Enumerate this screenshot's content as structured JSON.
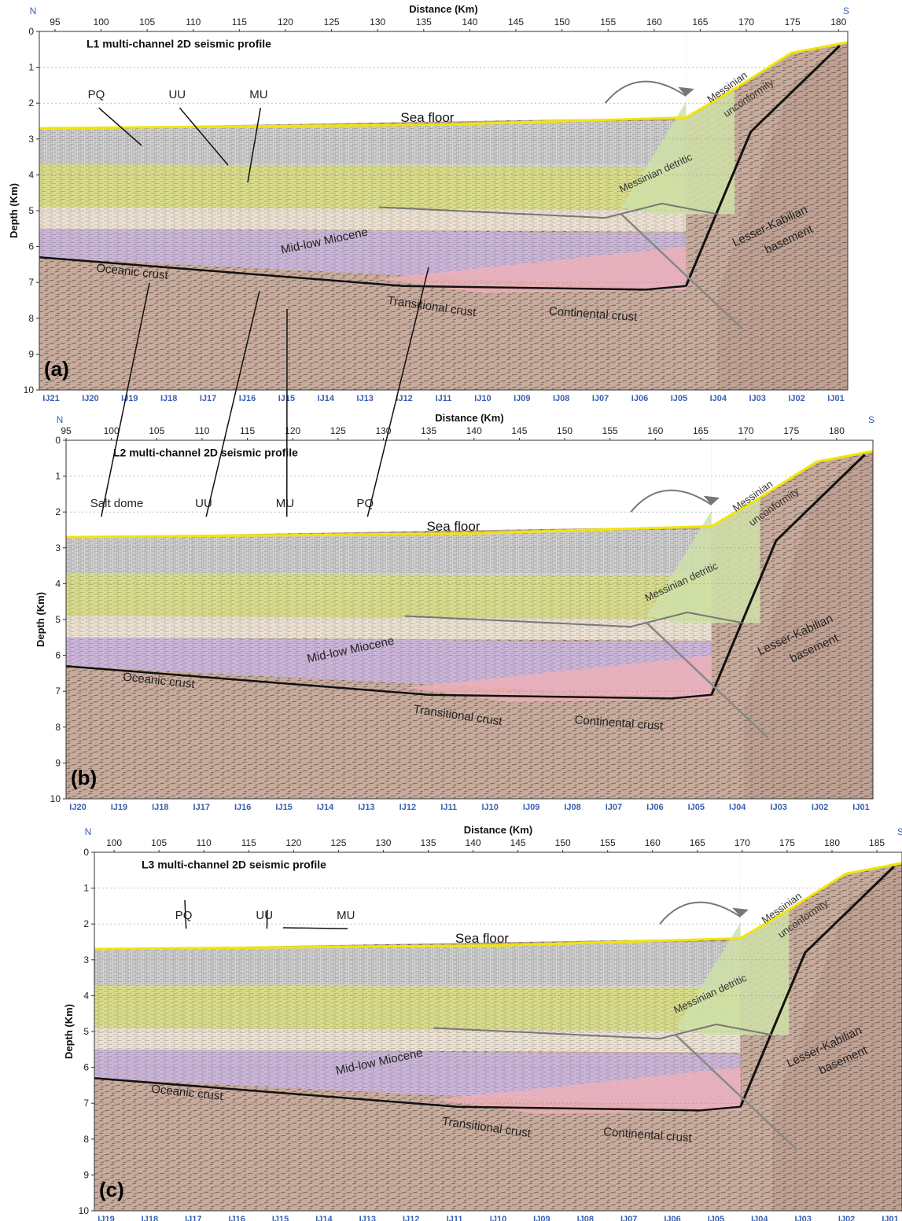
{
  "figure": {
    "y_axis_label": "Depth (Km)",
    "x_axis_label": "Distance (Km)",
    "depth_ticks": [
      "0",
      "1",
      "2",
      "3",
      "4",
      "5",
      "6",
      "7",
      "8",
      "9",
      "10"
    ],
    "north": "N",
    "south": "S"
  },
  "panels": [
    {
      "id": "a",
      "letter": "(a)",
      "title": "L1 multi-channel 2D seismic profile",
      "distance_ticks": [
        "95",
        "100",
        "105",
        "110",
        "115",
        "120",
        "125",
        "130",
        "135",
        "140",
        "145",
        "150",
        "155",
        "160",
        "165",
        "170",
        "175",
        "180"
      ],
      "stations": [
        "IJ21",
        "IJ20",
        "IJ19",
        "IJ18",
        "IJ17",
        "IJ16",
        "IJ15",
        "IJ14",
        "IJ13",
        "IJ12",
        "IJ11",
        "IJ10",
        "IJ09",
        "IJ08",
        "IJ07",
        "IJ06",
        "IJ05",
        "IJ04",
        "IJ03",
        "IJ02",
        "IJ01"
      ],
      "labels": {
        "sea_floor": "Sea floor",
        "mid_low_miocene": "Mid-low Miocene",
        "oceanic_crust": "Oceanic crust",
        "transitional_crust": "Transitional crust",
        "continental_crust": "Continental crust",
        "messinian_detritic": "Messinian detritic",
        "messinian_unconformity_1": "Messinian",
        "messinian_unconformity_2": "unconformity",
        "basement_1": "Lesser-Kabilian",
        "basement_2": "basement"
      },
      "arrows": [
        {
          "label": "PQ"
        },
        {
          "label": "UU"
        },
        {
          "label": "MU"
        }
      ]
    },
    {
      "id": "b",
      "letter": "(b)",
      "title": "L2 multi-channel 2D seismic profile",
      "distance_ticks": [
        "95",
        "100",
        "105",
        "110",
        "115",
        "120",
        "125",
        "130",
        "135",
        "140",
        "145",
        "150",
        "155",
        "160",
        "165",
        "170",
        "175",
        "180"
      ],
      "stations": [
        "IJ20",
        "IJ19",
        "IJ18",
        "IJ17",
        "IJ16",
        "IJ15",
        "IJ14",
        "IJ13",
        "IJ12",
        "IJ11",
        "IJ10",
        "IJ09",
        "IJ08",
        "IJ07",
        "IJ06",
        "IJ05",
        "IJ04",
        "IJ03",
        "IJ02",
        "IJ01"
      ],
      "labels": {
        "sea_floor": "Sea floor",
        "mid_low_miocene": "Mid-low Miocene",
        "oceanic_crust": "Oceanic crust",
        "transitional_crust": "Transitional crust",
        "continental_crust": "Continental crust",
        "messinian_detritic": "Messinian detritic",
        "messinian_unconformity_1": "Messinian",
        "messinian_unconformity_2": "unconformity",
        "basement_1": "Lesser-Kabilian",
        "basement_2": "basement"
      },
      "arrows": [
        {
          "label": "Salt dome"
        },
        {
          "label": "UU"
        },
        {
          "label": "MU"
        },
        {
          "label": "PQ"
        }
      ]
    },
    {
      "id": "c",
      "letter": "(c)",
      "title": "L3 multi-channel 2D seismic profile",
      "distance_ticks": [
        "100",
        "105",
        "110",
        "115",
        "120",
        "125",
        "130",
        "135",
        "140",
        "145",
        "150",
        "155",
        "160",
        "165",
        "170",
        "175",
        "180",
        "185"
      ],
      "stations": [
        "IJ19",
        "IJ18",
        "IJ17",
        "IJ16",
        "IJ15",
        "IJ14",
        "IJ13",
        "IJ12",
        "IJ11",
        "IJ10",
        "IJ09",
        "IJ08",
        "IJ07",
        "IJ06",
        "IJ05",
        "IJ04",
        "IJ03",
        "IJ02",
        "IJ01"
      ],
      "labels": {
        "sea_floor": "Sea floor",
        "mid_low_miocene": "Mid-low Miocene",
        "oceanic_crust": "Oceanic crust",
        "transitional_crust": "Transitional crust",
        "continental_crust": "Continental crust",
        "messinian_detritic": "Messinian detritic",
        "messinian_unconformity_1": "Messinian",
        "messinian_unconformity_2": "unconformity",
        "basement_1": "Lesser-Kabilian",
        "basement_2": "basement"
      },
      "arrows": [
        {
          "label": "PQ"
        },
        {
          "label": "UU"
        },
        {
          "label": "MU"
        }
      ]
    }
  ],
  "colors": {
    "sea_floor": "#f2e600",
    "water_column": "#dcdcdc",
    "pliocene_quaternary": "#d6d6d6",
    "messinian_evaporites": "#d9dc8a",
    "mid_low_miocene": "#ece1d2",
    "lower_miocene": "#cbb5d8",
    "transitional_wedge": "#efb0b8",
    "crust": "#c7ab9c",
    "messinian_detritic": "#cfe0a8",
    "basement": "#bfa193",
    "stations": "#3a5fb0"
  }
}
